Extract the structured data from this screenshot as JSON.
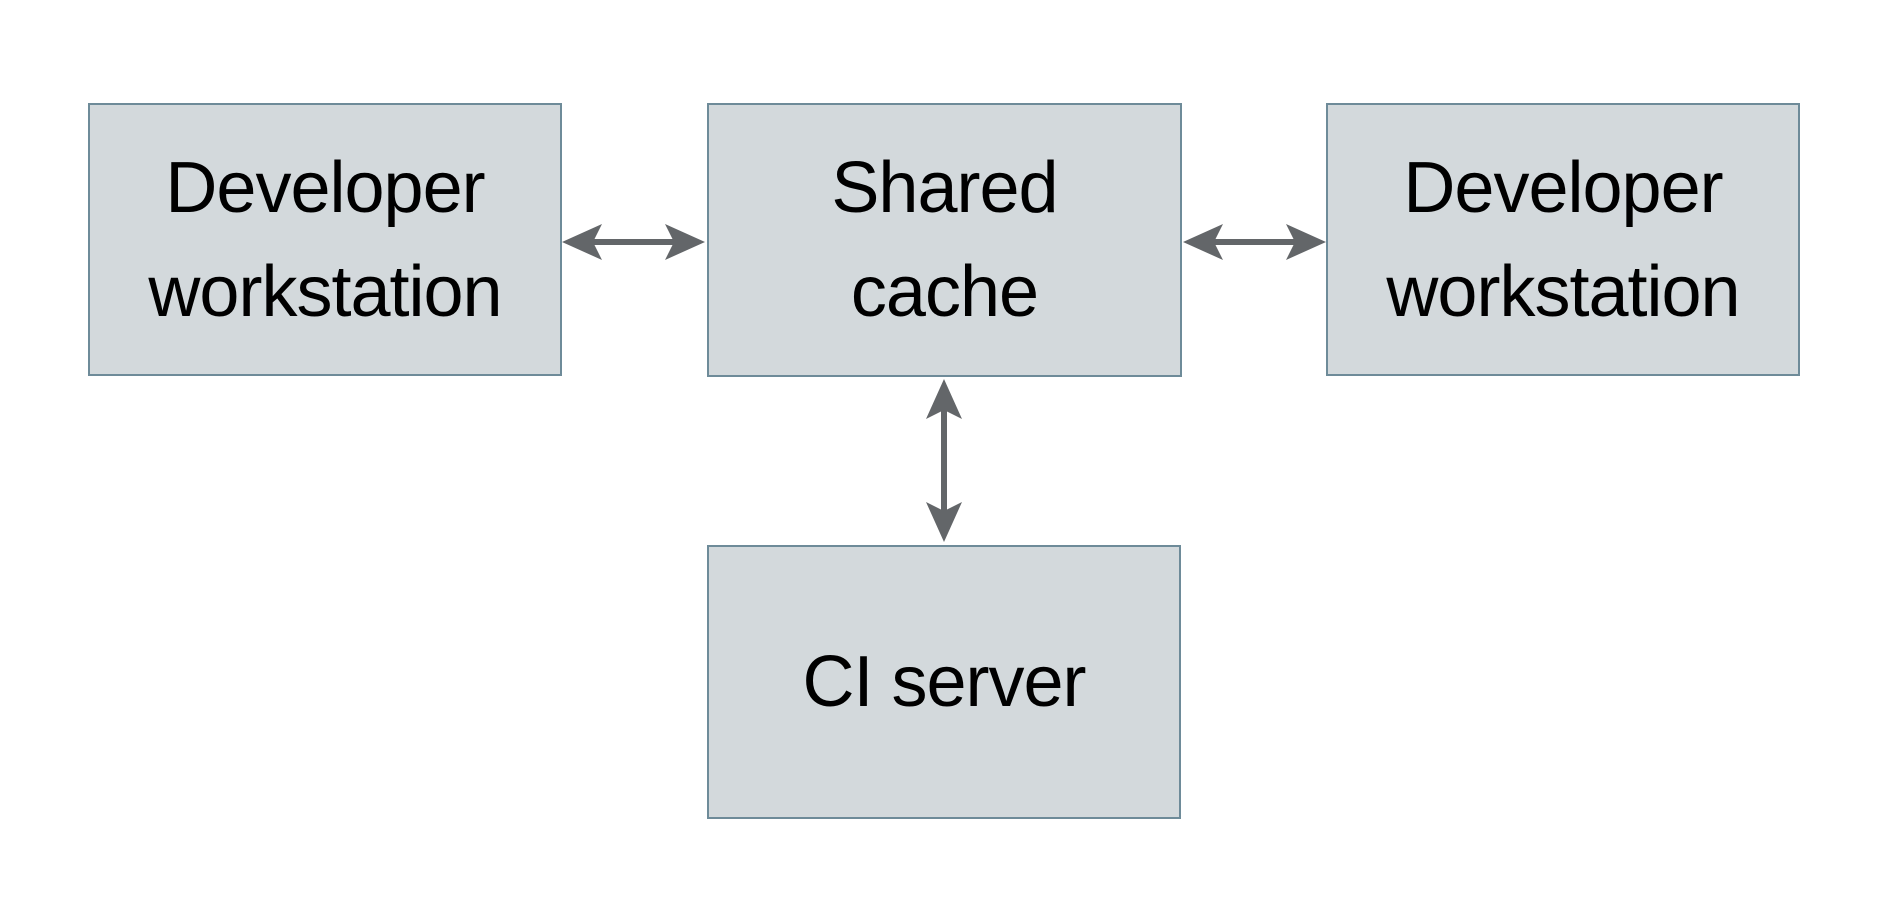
{
  "diagram": {
    "type": "architecture-diagram",
    "colors": {
      "background": "#ffffff",
      "box_fill": "#d3d9dc",
      "box_border": "#6e8b99",
      "arrow_color": "#636669",
      "text_color": "#000000"
    },
    "nodes": [
      {
        "id": "developer-workstation-left",
        "label": "Developer workstation",
        "lines": [
          "Developer",
          "workstation"
        ]
      },
      {
        "id": "shared-cache",
        "label": "Shared cache",
        "lines": [
          "Shared",
          "cache"
        ]
      },
      {
        "id": "developer-workstation-right",
        "label": "Developer workstation",
        "lines": [
          "Developer",
          "workstation"
        ]
      },
      {
        "id": "ci-server",
        "label": "CI server",
        "lines": [
          "CI server"
        ]
      }
    ],
    "edges": [
      {
        "from": "developer-workstation-left",
        "to": "shared-cache",
        "direction": "bidirectional",
        "orientation": "horizontal"
      },
      {
        "from": "shared-cache",
        "to": "developer-workstation-right",
        "direction": "bidirectional",
        "orientation": "horizontal"
      },
      {
        "from": "shared-cache",
        "to": "ci-server",
        "direction": "bidirectional",
        "orientation": "vertical"
      }
    ]
  }
}
